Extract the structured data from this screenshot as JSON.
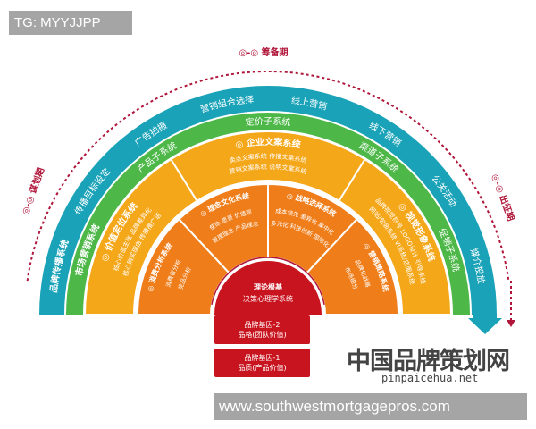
{
  "watermark_tag": "TG: MYYJJPP",
  "url_bar": "www.southwestmortgagepros.com",
  "logo": {
    "name": "中国品牌策划网",
    "domain": "pinpaicehua.net"
  },
  "periods": {
    "left": "谋划期",
    "top": "筹备期",
    "right": "出征期"
  },
  "colors": {
    "teal": "#1aa3b8",
    "green": "#4db848",
    "yellow": "#f5a71a",
    "orange": "#ef7d1a",
    "red": "#c8141e",
    "arrow": "#b0163a"
  },
  "rings": {
    "teal": [
      "品牌传播系统",
      "传播目标设定",
      "广告拍摄",
      "营销组合选择",
      "线上营销",
      "线下营销",
      "公关活动",
      "媒介投放"
    ],
    "green": [
      "市场营销系统",
      "产品子系统",
      "定价子系统",
      "渠道子系统",
      "促销子系统"
    ],
    "yellow": [
      {
        "title": "价值定位系统",
        "items": [
          "核心价值主张",
          "品牌差异化",
          "核心购买理由",
          "传播推广语"
        ]
      },
      {
        "title": "企业文案系统",
        "items": [
          "卖点文案系统",
          "传播文案系统",
          "营销文案系统",
          "说明文案系统"
        ]
      },
      {
        "title": "视觉形象系统",
        "items": [
          "品牌视觉符号",
          "LOGO设计",
          "引导系统",
          "网站/包装系统",
          "VI系统/店面系统"
        ]
      }
    ],
    "orange": [
      {
        "title": "消费分析系统",
        "items": [
          "消费者分析",
          "竞品分析"
        ]
      },
      {
        "title": "理念文化系统",
        "items": [
          "使命",
          "愿景",
          "价值观",
          "管理理念",
          "产品理念"
        ]
      },
      {
        "title": "战略选择系统",
        "items": [
          "成本领先",
          "差异化",
          "集中化",
          "多元化",
          "科技创新",
          "国际化"
        ]
      },
      {
        "title": "营销策略系统",
        "items": [
          "品牌化战略",
          "市场细分"
        ]
      }
    ]
  },
  "core": {
    "title": "理论根基",
    "subtitle": "决策心理学系统"
  },
  "genes": [
    {
      "title": "品牌基因-2",
      "subtitle": "品格(团队价值)"
    },
    {
      "title": "品牌基因-1",
      "subtitle": "品质(产品价值)"
    }
  ]
}
